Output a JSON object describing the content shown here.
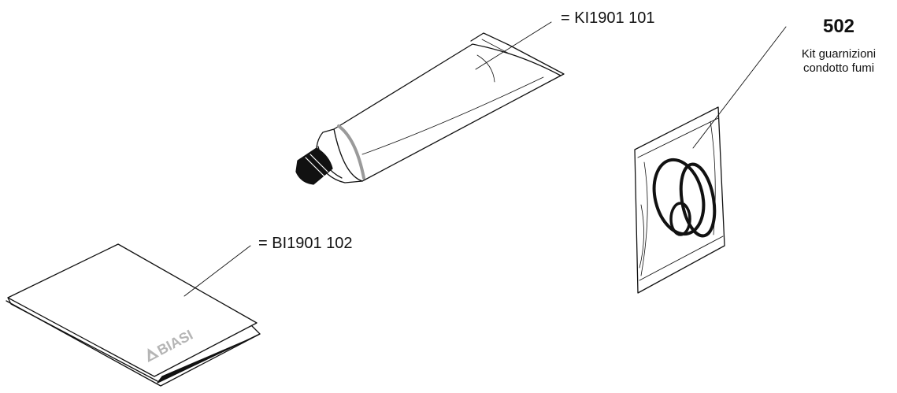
{
  "labels": {
    "tube_code": "= KI1901 101",
    "manual_code": "= BI1901 102",
    "kit_number": "502",
    "kit_desc_line1": "Kit guarnizioni",
    "kit_desc_line2": "condotto fumi"
  },
  "brand_mark": "BIASI",
  "colors": {
    "line": "#111111",
    "tube_band": "#9a9a9a",
    "logo": "#b5b5b5",
    "cap": "#111111"
  }
}
